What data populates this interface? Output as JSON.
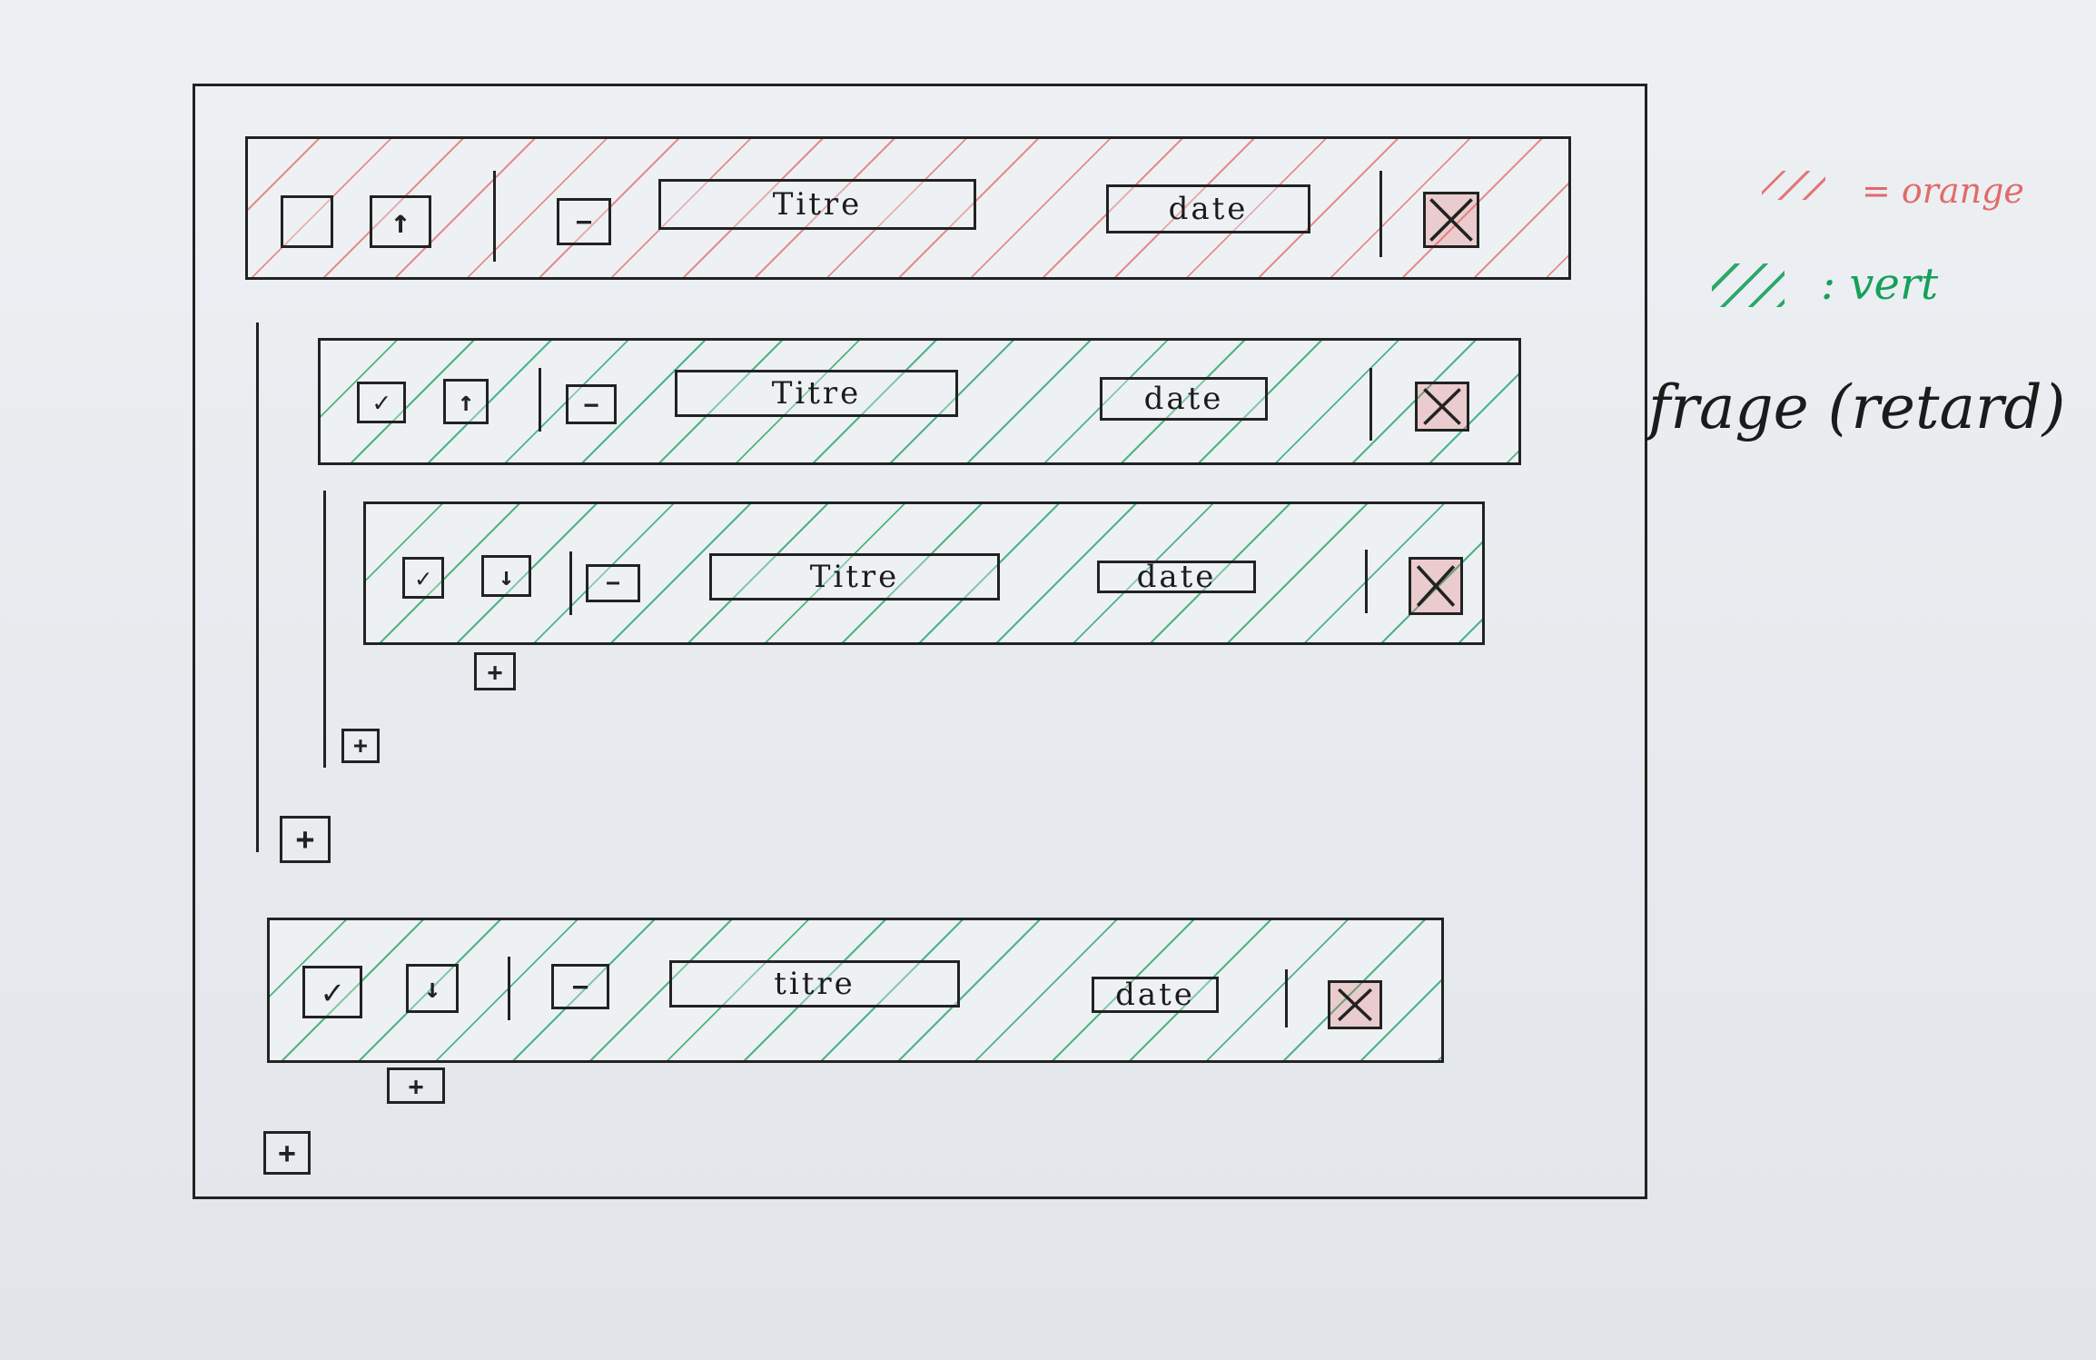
{
  "legend": {
    "orange": {
      "text": "= orange",
      "color": "#e26a6a"
    },
    "green": {
      "text": ": vert",
      "color": "#16a05a"
    },
    "note": "frage (retard)"
  },
  "tasks": {
    "root": {
      "checkbox": "",
      "move_glyph": "↑",
      "collapse_glyph": "−",
      "title": "Titre",
      "date": "date",
      "delete_glyph": "✕",
      "status": "orange"
    },
    "child1": {
      "checkbox": "✓",
      "move_glyph": "↑",
      "collapse_glyph": "−",
      "title": "Titre",
      "date": "date",
      "delete_glyph": "✕",
      "status": "vert"
    },
    "grandchild": {
      "checkbox": "✓",
      "move_glyph": "↓",
      "collapse_glyph": "−",
      "title": "Titre",
      "date": "date",
      "delete_glyph": "✕",
      "status": "vert"
    },
    "sibling": {
      "checkbox": "✓",
      "move_glyph": "↓",
      "collapse_glyph": "−",
      "title": "titre",
      "date": "date",
      "delete_glyph": "✕",
      "status": "vert"
    }
  },
  "add_glyph": "+"
}
